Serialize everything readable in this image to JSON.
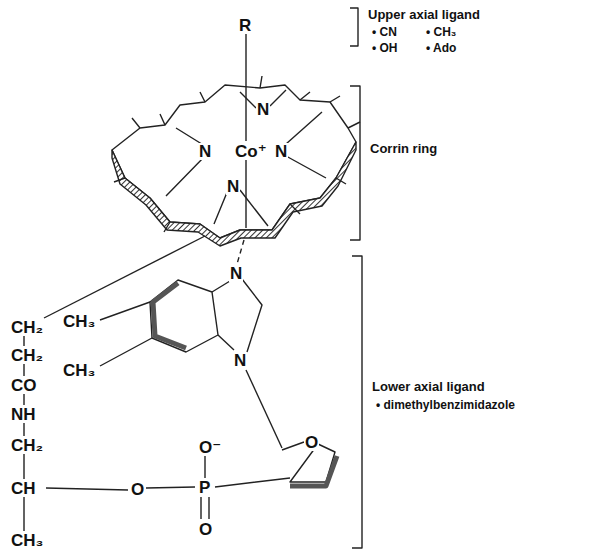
{
  "diagram": {
    "labels": [
      "R",
      "Upper axial ligand",
      "• CN",
      "• CH₃",
      "• OH",
      "• Ado",
      "N",
      "N",
      "Co⁺",
      "N",
      "N",
      "Corrin ring",
      "N",
      "N",
      "CH₃",
      "CH₃",
      "Lower axial ligand",
      "• dimethylbenzimidazole",
      "CH₂",
      "CH₂",
      "CO",
      "NH",
      "CH₂",
      "CH",
      "CH₃",
      "O⁻",
      "O",
      "P",
      "O",
      "O"
    ]
  }
}
